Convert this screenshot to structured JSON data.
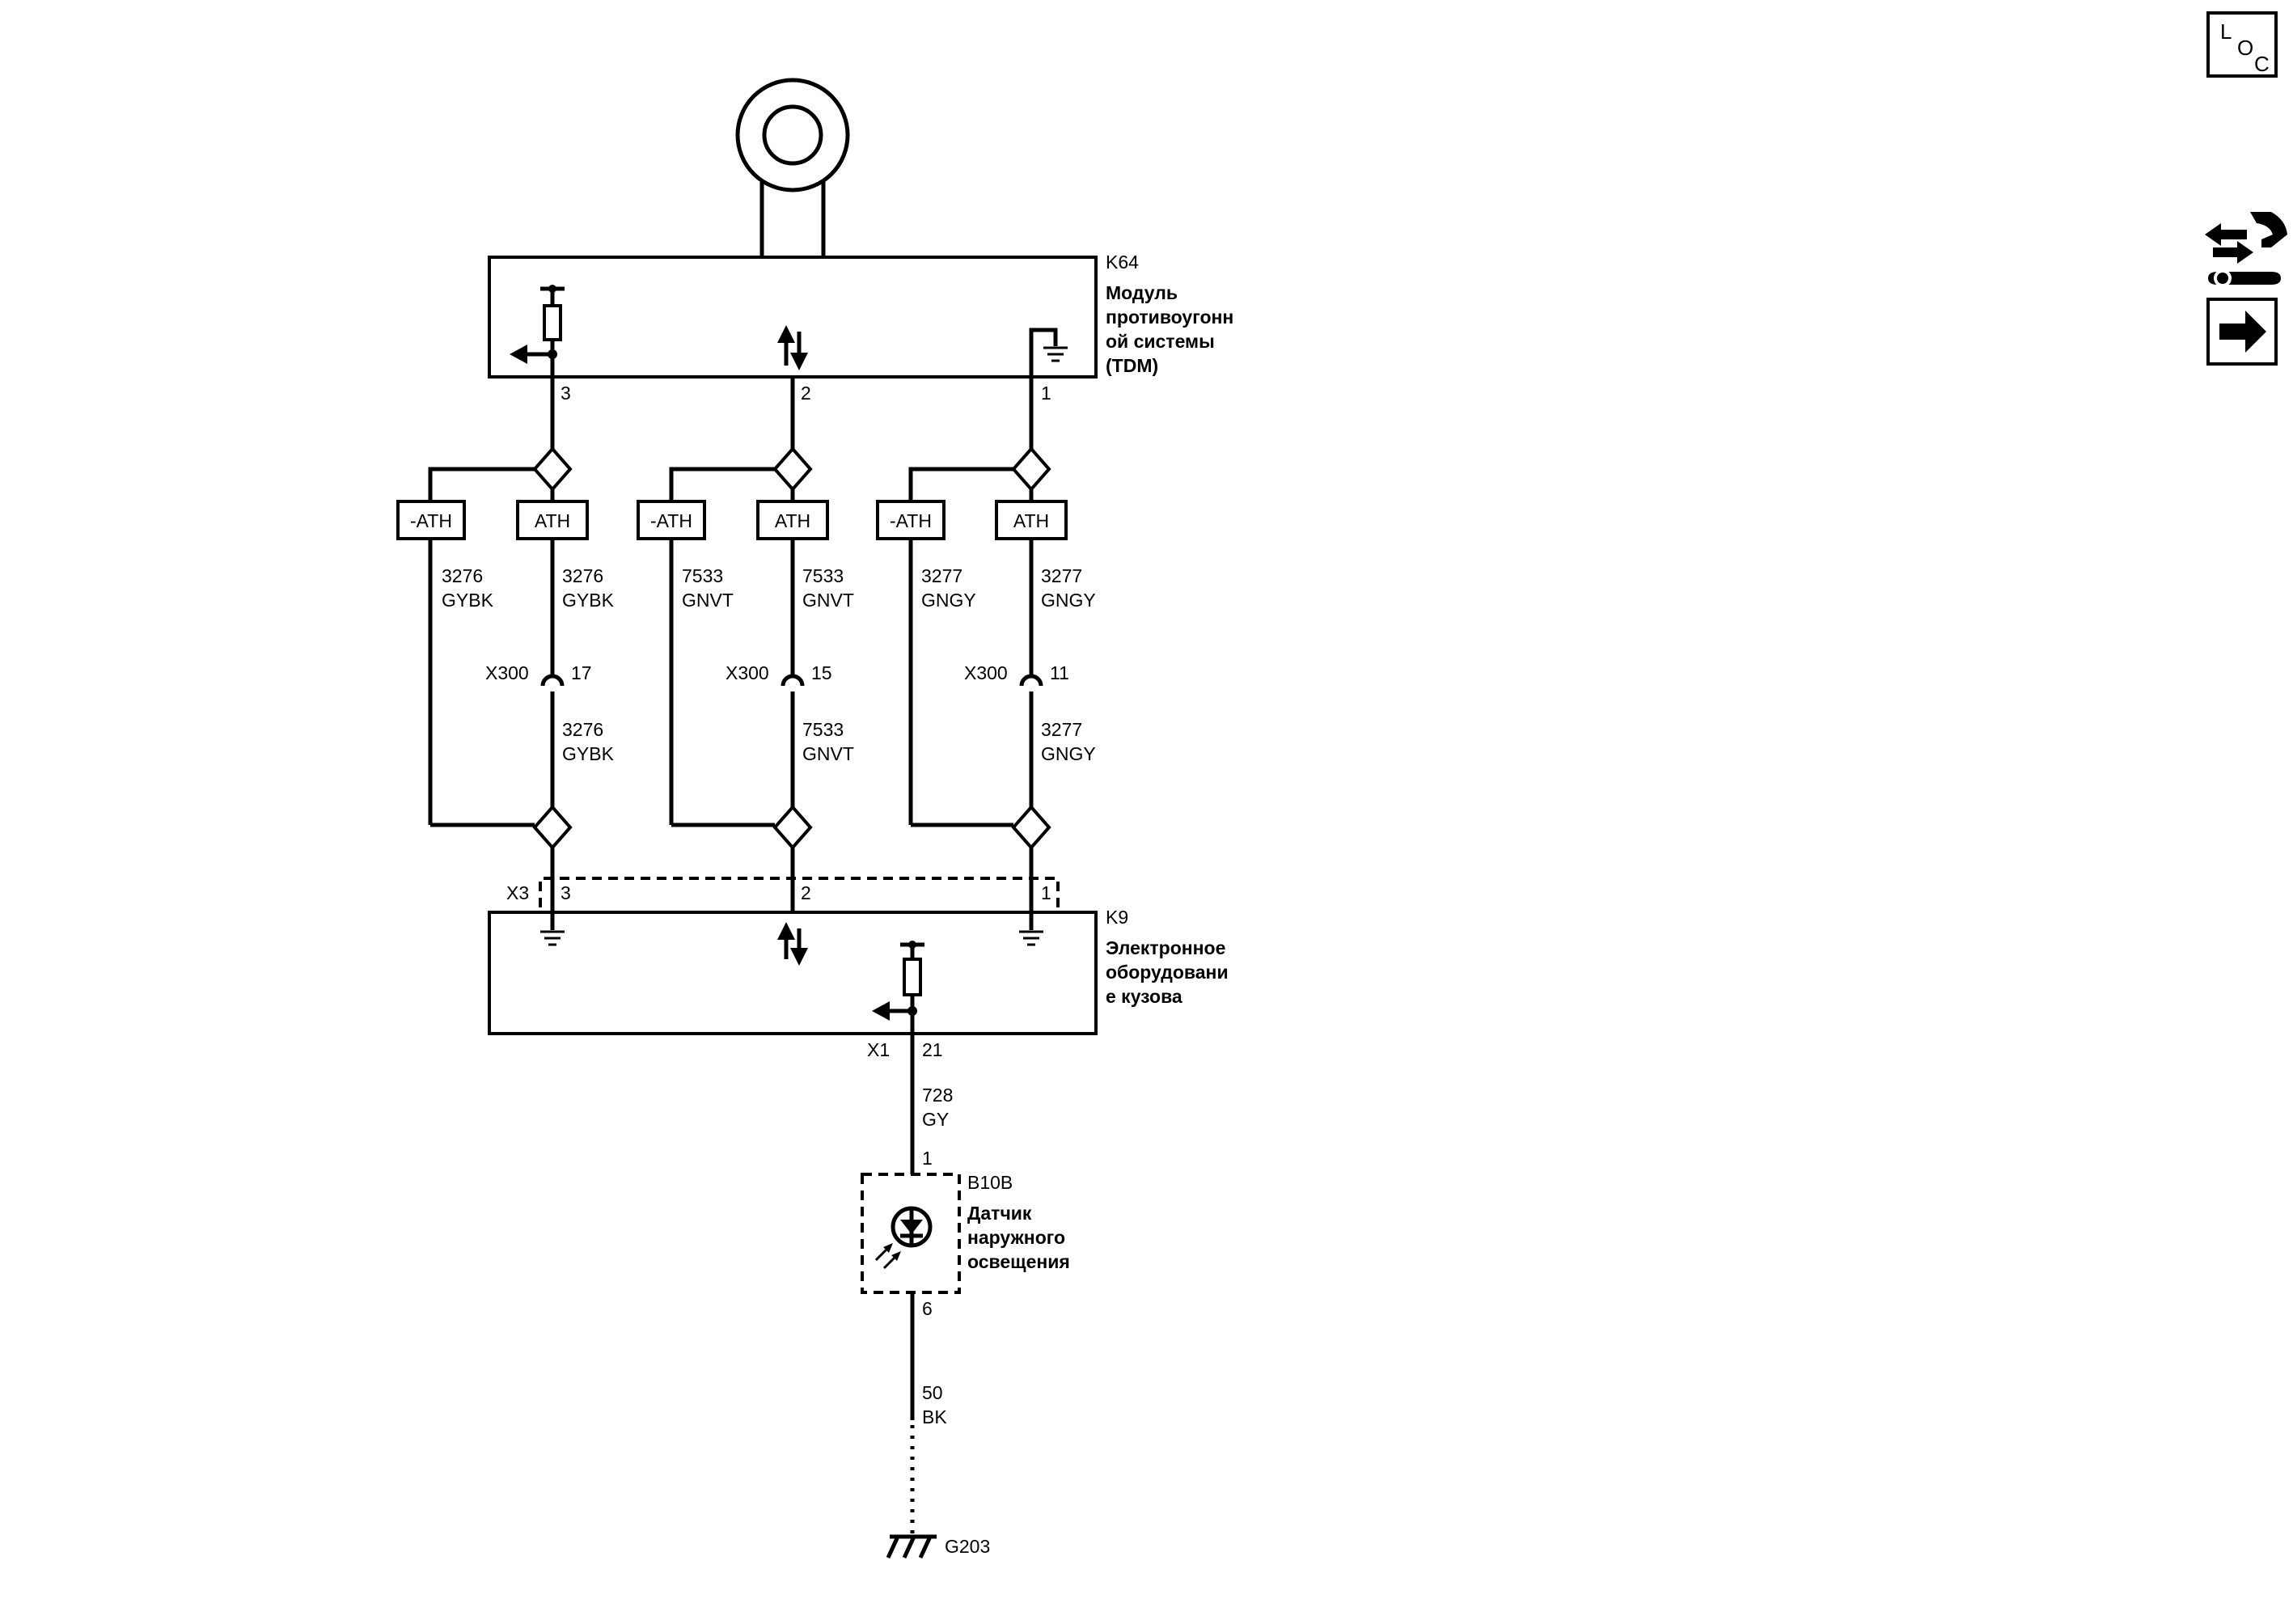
{
  "modules": {
    "tdm": {
      "id": "K64",
      "name_lines": [
        "Модуль",
        "противоугонн",
        "ой системы",
        "(TDM)"
      ]
    },
    "bcm": {
      "id": "K9",
      "name_lines": [
        "Электронное",
        "оборудовани",
        "е кузова"
      ]
    },
    "sensor": {
      "id": "B10B",
      "name_lines": [
        "Датчик",
        "наружного",
        "освещения"
      ]
    }
  },
  "tdm_pins": [
    "3",
    "2",
    "1"
  ],
  "bcm_pins": [
    "3",
    "2",
    "1"
  ],
  "bcm_connector": "X3",
  "bcm_output": {
    "connector": "X1",
    "pin": "21"
  },
  "options": {
    "not_ath": "-ATH",
    "ath": "ATH"
  },
  "circuits": [
    {
      "circuit": "3276",
      "color": "GYBK",
      "inline_connector": "X300",
      "inline_pin": "17"
    },
    {
      "circuit": "7533",
      "color": "GNVT",
      "inline_connector": "X300",
      "inline_pin": "15"
    },
    {
      "circuit": "3277",
      "color": "GNGY",
      "inline_connector": "X300",
      "inline_pin": "11"
    }
  ],
  "sensor_wire": {
    "circuit": "728",
    "color": "GY"
  },
  "sensor_pins": {
    "top": "1",
    "bottom": "6"
  },
  "ground_wire": {
    "circuit": "50",
    "color": "BK"
  },
  "ground": "G203",
  "side_icons": {
    "loc": {
      "letters": [
        "L",
        "O",
        "C"
      ],
      "icon": "loc-icon"
    },
    "repair": {
      "icon": "wrench-arrows-icon"
    },
    "next": {
      "icon": "arrow-right-icon"
    }
  }
}
